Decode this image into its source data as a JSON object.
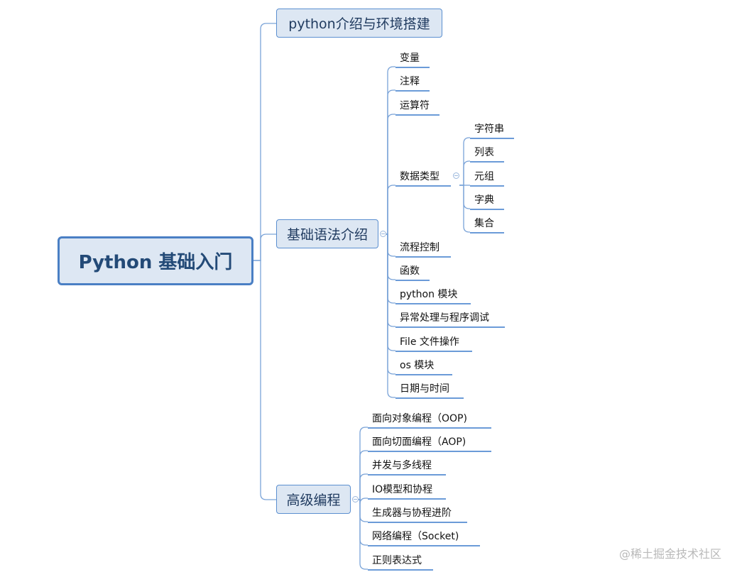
{
  "root": {
    "label": "Python 基础入门"
  },
  "branches": [
    {
      "label": "python介绍与环境搭建"
    },
    {
      "label": "基础语法介绍",
      "items": [
        "变量",
        "注释",
        "运算符",
        "数据类型",
        "流程控制",
        "函数",
        "python 模块",
        "异常处理与程序调试",
        "File 文件操作",
        "os 模块",
        "日期与时间"
      ],
      "data_types": [
        "字符串",
        "列表",
        "元组",
        "字典",
        "集合"
      ]
    },
    {
      "label": "高级编程",
      "items": [
        "面向对象编程（OOP)",
        "面向切面编程（AOP)",
        "并发与多线程",
        "IO模型和协程",
        "生成器与协程进阶",
        "网络编程（Socket)",
        "正则表达式"
      ]
    }
  ],
  "watermark": "@稀土掘金技术社区",
  "colors": {
    "line": "#7aa3d8",
    "node_fill": "#dde7f3",
    "node_border": "#5b8fd0",
    "root_border": "#4a7fc4"
  }
}
